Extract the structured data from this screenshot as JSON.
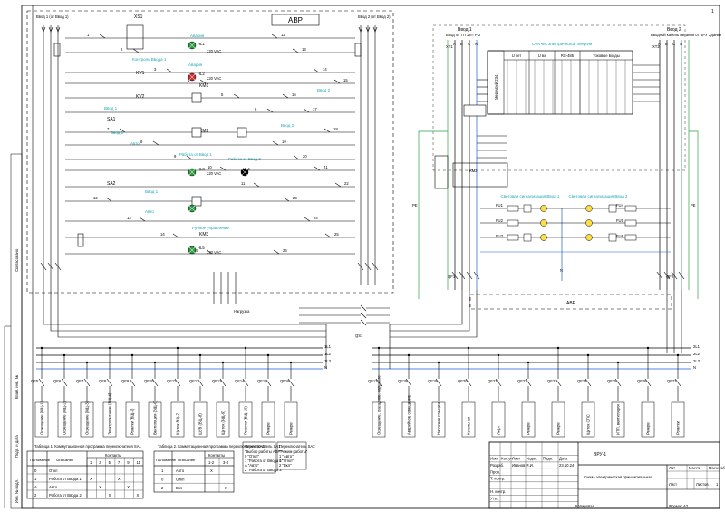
{
  "colors": {
    "line": "#000000",
    "pe": "#2ea043",
    "n": "#1f5fd6",
    "annot": "#1aa6b8",
    "lampGreen": "#2ea043",
    "lampRed": "#d03030"
  },
  "top_left": {
    "feed_labels": [
      "Ввод 1 (от Ввод 1)",
      "Ввод 2 (от Ввод 2)"
    ]
  },
  "avr_block": {
    "title": "АВР",
    "vdrop": "АВР"
  },
  "avr_annotations": [
    "Авария",
    "Контроль Ввода 1",
    "Авария",
    "Ввод 2",
    "Ввод 1",
    "Авто",
    "Работа от Ввод 1",
    "Работа от Ввод 2",
    "Ввод 1",
    "Авто",
    "Ручное управление",
    "Ввод 2",
    "Ввод 1"
  ],
  "avr_labels": {
    "k1": "KV1",
    "k2": "KV2",
    "km1": "KM1",
    "km2": "KM2",
    "km3": "KM3",
    "sa1": "SA1",
    "sa2": "SA2",
    "ha1": "HL1",
    "ha2": "HL2",
    "ha3": "HL3",
    "ha4": "HL4",
    "ha5": "HL5",
    "vac": "220 VAC",
    "xs": "XS1"
  },
  "right_panel": {
    "vvod1": "Ввод 1",
    "vvod1_sub": "Ввод от ТП 12П Р-2",
    "vvod2": "Ввод 2",
    "vvod2_sub": "Вводной кабель питания от ВРУ Здания",
    "meter_title": "Счетчик электрической энергии",
    "meter_cols": [
      "U сет",
      "U вх",
      "RS-485",
      "Токовые входы"
    ],
    "meter_name": "Меркурий 234",
    "phase_lines": [
      "A",
      "B",
      "C",
      "N",
      "PE"
    ],
    "control_labels": [
      "Световая сигнализация Ввод 1",
      "Световая сигнализация Ввод 2"
    ],
    "avr_box": "АВР",
    "qf_labels": [
      "QF1",
      "QF2",
      "QF3",
      "QF4"
    ],
    "right_ids": [
      "XT1",
      "XT2",
      "KM1",
      "KM2",
      "FU1",
      "FU2",
      "FU3",
      "FU4",
      "FU5",
      "FU6"
    ]
  },
  "buses": {
    "left": [
      "1L1",
      "1L2",
      "1L3",
      "N"
    ],
    "right": [
      "2L1",
      "2L2",
      "2L3",
      "N"
    ]
  },
  "left_feeders": [
    {
      "qf": "QF5",
      "lbl": "Освещение (ВЩ-1)"
    },
    {
      "qf": "QF6",
      "lbl": "Освещение (ВЩ-2)"
    },
    {
      "qf": "QF7",
      "lbl": "Освещение (ВЩ-3)"
    },
    {
      "qf": "QF8",
      "lbl": "Электропитание (ВЩ-4)"
    },
    {
      "qf": "QF9",
      "lbl": "Розетки (ВЩ-5)"
    },
    {
      "qf": "QF10",
      "lbl": "Вентиляция (ВЩ-6)"
    },
    {
      "qf": "QF11",
      "lbl": "Щиток ВЩ-7"
    },
    {
      "qf": "QF12",
      "lbl": "ШУВ (ВЩ-8)"
    },
    {
      "qf": "QF13",
      "lbl": "Щиток (ВЩ-9)"
    },
    {
      "qf": "QF14",
      "lbl": "Розетки (ВЩ-10)"
    },
    {
      "qf": "QF15",
      "lbl": "Резерв"
    },
    {
      "qf": "QF16",
      "lbl": "Резерв"
    }
  ],
  "right_feeders": [
    {
      "qf": "QF17",
      "lbl": "Освещение, фасадное, наружное"
    },
    {
      "qf": "QF18",
      "lbl": "Аварийное освещение"
    },
    {
      "qf": "QF19",
      "lbl": "Насосная станция"
    },
    {
      "qf": "QF20",
      "lbl": "Котельная"
    },
    {
      "qf": "QF21",
      "lbl": "Лифт"
    },
    {
      "qf": "QF22",
      "lbl": "Резерв"
    },
    {
      "qf": "QF23",
      "lbl": "Резерв"
    },
    {
      "qf": "QF24",
      "lbl": "Щиток ОПС"
    },
    {
      "qf": "QF25",
      "lbl": "ИТП, вентиляция"
    },
    {
      "qf": "QF26",
      "lbl": "Резерв"
    },
    {
      "qf": "QF27",
      "lbl": "Розетки"
    }
  ],
  "left_side_labels": [
    "Инв. № подл.",
    "Подп. и дата",
    "Взам. инв. №",
    "Согласовано"
  ],
  "table1": {
    "title": "Таблица 1. Коммутационная программа переключателя SA1",
    "headers": [
      "Положение",
      "Описание",
      "Контакты"
    ],
    "contacts": [
      "1",
      "3",
      "5",
      "7",
      "9",
      "11"
    ],
    "rows": [
      {
        "pos": "0",
        "desc": "Откл"
      },
      {
        "pos": "1",
        "desc": "Работа от Ввода 1"
      },
      {
        "pos": "A",
        "desc": "Авто"
      },
      {
        "pos": "2",
        "desc": "Работа от Ввода 2"
      }
    ],
    "marks": "X"
  },
  "table2": {
    "title": "Таблица 2. Коммутационная программа переключателя SA2",
    "headers": [
      "Положение",
      "Описание",
      "Контакты"
    ],
    "contacts": [
      "1-2",
      "3-4"
    ],
    "rows": [
      {
        "pos": "1",
        "desc": "Авто"
      },
      {
        "pos": "0",
        "desc": "Откл"
      },
      {
        "pos": "2",
        "desc": "Вкл"
      }
    ],
    "marks": "X"
  },
  "switch_legend": {
    "col1_title": "Переключатель SA1",
    "col1": [
      "\"Выбор работы АВР\"",
      "0 \"Откл\"",
      "1 \"Работа от Ввода 1\"",
      "A \"Авто\"",
      "2 \"Работа от Ввода 2\""
    ],
    "col2_title": "Переключатель SA2",
    "col2": [
      "\"Режим работы\"",
      "1 \"Авто\"",
      "0 \"Откл\"",
      "2 \"Вкл\""
    ]
  },
  "stamp": {
    "code": "ВРУ-1",
    "title": "Схема электрическая принципиальная",
    "col_heads": [
      "Изм.",
      "Кол.уч",
      "Лист",
      "№док.",
      "Подп.",
      "Дата"
    ],
    "roles": [
      "Разраб.",
      "Пров.",
      "Т. контр.",
      "",
      "Н. контр.",
      "Утв."
    ],
    "author": "Иванов И.И.",
    "date": "23.10.24",
    "stage_heads": [
      "Лит.",
      "Масса",
      "Масштаб"
    ],
    "sheet": "Лист",
    "sheets": "Листов",
    "sheet_no": "1",
    "copied": "Копировал",
    "format": "Формат A2"
  },
  "page_no": "1",
  "drawing_labels": {
    "pe": "PE",
    "n": "N",
    "zeroing": "Нагрузка"
  }
}
